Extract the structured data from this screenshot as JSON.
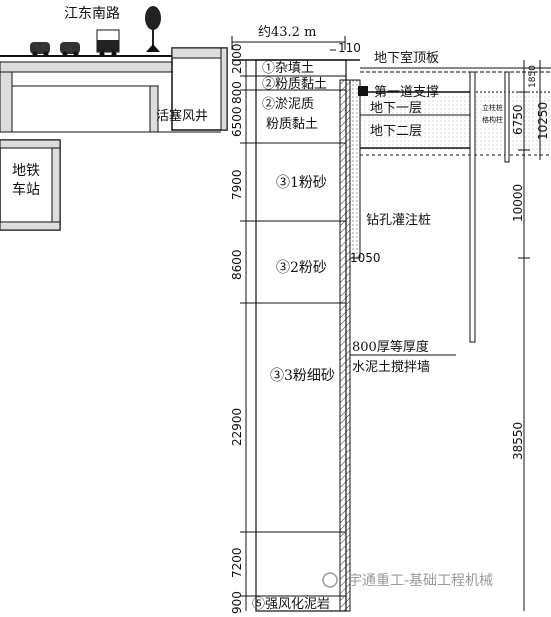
{
  "road": "江东南路",
  "width_label": "约43.2 m",
  "right_offset": "110",
  "surface": {
    "vent_shaft": "活塞风井",
    "metro_station_l1": "地铁",
    "metro_station_l2": "车站",
    "basement_roof": "地下室顶板",
    "first_support": "第一道支撑",
    "b1": "地下一层",
    "b2": "地下二层",
    "bored_pile": "钻孔灌注桩",
    "pile_dim": "1050",
    "wall_l1": "800厚等厚度",
    "wall_l2": "水泥土搅拌墙"
  },
  "layers": [
    {
      "label": "①杂填土",
      "thickness": "2000"
    },
    {
      "label": "②粉质黏土",
      "thickness": "800"
    },
    {
      "label_l1": "②淤泥质",
      "label_l2": "粉质黏土",
      "thickness": "6500"
    },
    {
      "label": "③1粉砂",
      "thickness": "7900"
    },
    {
      "label": "③2粉砂",
      "thickness": "8600"
    },
    {
      "label": "③3粉细砂",
      "thickness": "22900"
    },
    {
      "label": "",
      "thickness": "7200"
    },
    {
      "label": "⑤强风化泥岩",
      "thickness": "900"
    }
  ],
  "right_dims": [
    "1850",
    "6750",
    "10250",
    "10000",
    "38550"
  ],
  "small_labels": [
    "立柱桩",
    "格构柱"
  ],
  "watermark": "宇通重工-基础工程机械",
  "colors": {
    "line": "#111111",
    "fill": "#dddddd",
    "soil": "#e6e6e6",
    "watermark": "#9a9a9a"
  }
}
